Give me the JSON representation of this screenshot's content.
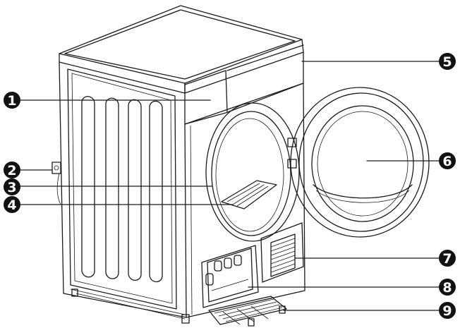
{
  "callouts": [
    {
      "num": "1"
    },
    {
      "num": "2"
    },
    {
      "num": "3"
    },
    {
      "num": "4"
    },
    {
      "num": "5"
    },
    {
      "num": "6"
    },
    {
      "num": "7"
    },
    {
      "num": "8"
    },
    {
      "num": "9"
    }
  ],
  "colors": {
    "line": "#1a1a1a",
    "callout_fill": "#111111",
    "callout_text": "#ffffff"
  }
}
